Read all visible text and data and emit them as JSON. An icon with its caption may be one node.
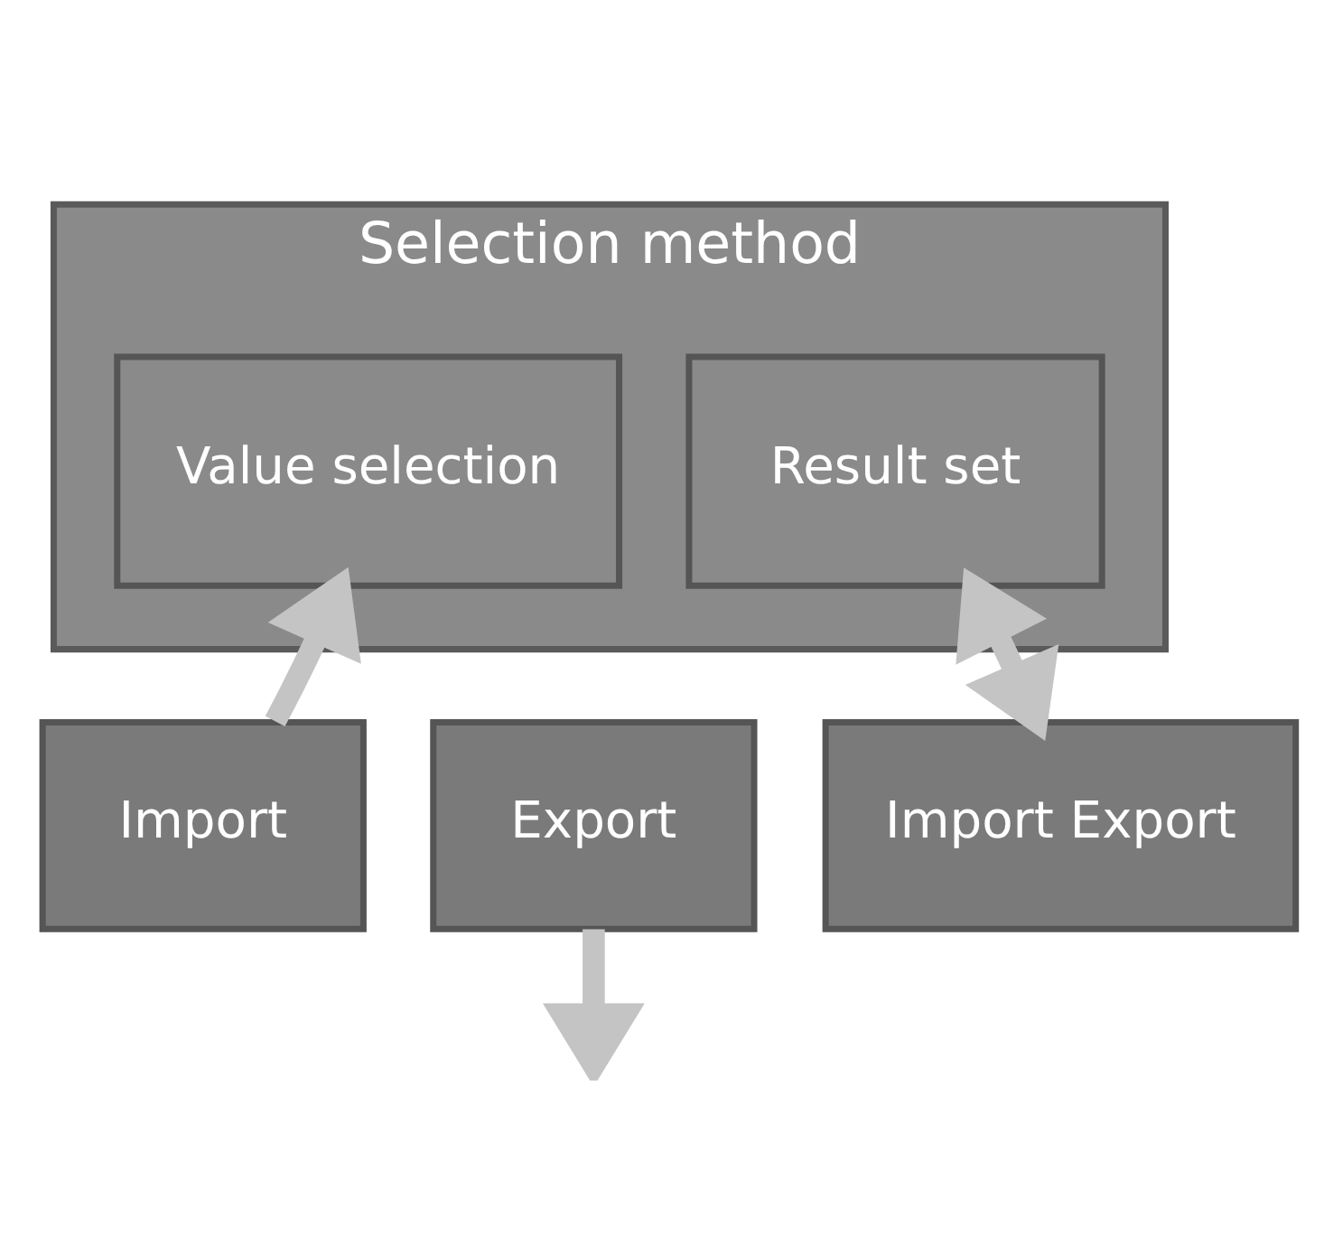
{
  "diagram": {
    "nodes": [
      {
        "text": [
          "Selection method"
        ]
      },
      {
        "text": [
          "Value selection"
        ],
        "in": 0
      },
      {
        "text": [
          "Result set"
        ],
        "in": 0
      },
      {
        "text": [
          "Import"
        ]
      },
      {
        "text": [
          "Export"
        ]
      },
      {
        "text": [
          "Import Export"
        ]
      }
    ],
    "edges": [
      {
        "from": 3,
        "to": 1,
        "arrow": "to"
      },
      {
        "from": 4,
        "to": null,
        "arrow": "to"
      },
      {
        "from": 5,
        "to": 2,
        "arrow": "both"
      }
    ]
  }
}
